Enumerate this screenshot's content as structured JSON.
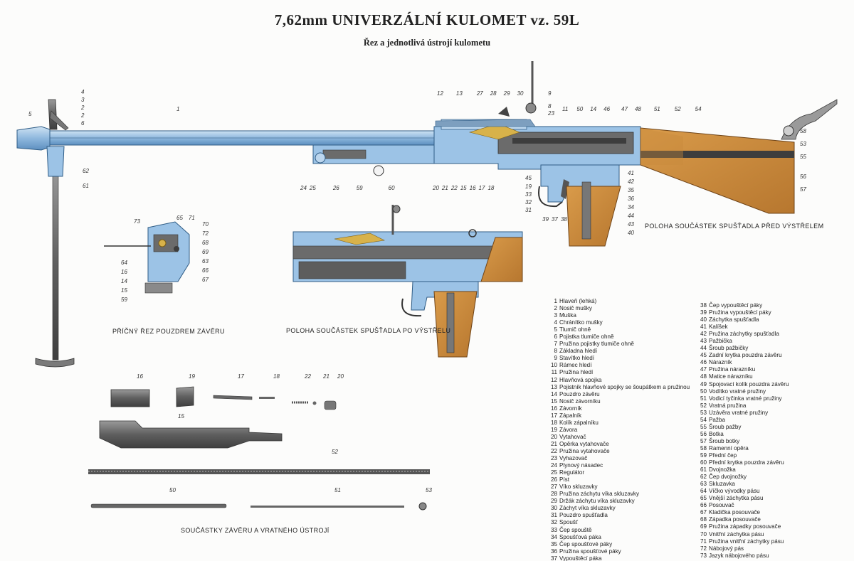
{
  "header": {
    "title": "7,62mm UNIVERZÁLNÍ KULOMET vz. 59L",
    "subtitle": "Řez a jednotlivá ústrojí kulometu"
  },
  "captions": {
    "before_fire": "POLOHA SOUČÁSTEK SPUŠŤADLA PŘED VÝSTŘELEM",
    "after_fire": "POLOHA SOUČÁSTEK SPUŠŤADLA PO VÝSTŘELU",
    "cross_section": "PŘÍČNÝ ŘEZ POUZDREM ZÁVĚRU",
    "bolt_parts": "SOUČÁSTKY ZÁVĚRU A VRATNÉHO ÚSTROJÍ"
  },
  "colors": {
    "metal_blue": "#9cc3e6",
    "dark_blue": "#3b6f9e",
    "steel_gray": "#6b6b6b",
    "wood_orange": "#c98a3c",
    "brass": "#d8b24a",
    "line": "#333333"
  },
  "legend": [
    {
      "n": "1",
      "t": "Hlaveň (lehká)"
    },
    {
      "n": "2",
      "t": "Nosič mušky"
    },
    {
      "n": "3",
      "t": "Muška"
    },
    {
      "n": "4",
      "t": "Chránítko mušky"
    },
    {
      "n": "5",
      "t": "Tlumič ohně"
    },
    {
      "n": "6",
      "t": "Pojistka tlumiče ohně"
    },
    {
      "n": "7",
      "t": "Pružina pojistky tlumiče ohně"
    },
    {
      "n": "8",
      "t": "Základna hledí"
    },
    {
      "n": "9",
      "t": "Stavítko hledí"
    },
    {
      "n": "10",
      "t": "Rámec hledí"
    },
    {
      "n": "11",
      "t": "Pružina hledí"
    },
    {
      "n": "12",
      "t": "Hlavňová spojka"
    },
    {
      "n": "13",
      "t": "Pojistník hlavňové spojky se šoupátkem a pružinou"
    },
    {
      "n": "14",
      "t": "Pouzdro závěru"
    },
    {
      "n": "15",
      "t": "Nosič závorníku"
    },
    {
      "n": "16",
      "t": "Závorník"
    },
    {
      "n": "17",
      "t": "Zápalník"
    },
    {
      "n": "18",
      "t": "Kolík zápalníku"
    },
    {
      "n": "19",
      "t": "Závora"
    },
    {
      "n": "20",
      "t": "Vytahovač"
    },
    {
      "n": "21",
      "t": "Opěrka vytahovače"
    },
    {
      "n": "22",
      "t": "Pružina vytahovače"
    },
    {
      "n": "23",
      "t": "Vyhazovač"
    },
    {
      "n": "24",
      "t": "Plynový násadec"
    },
    {
      "n": "25",
      "t": "Regulátor"
    },
    {
      "n": "26",
      "t": "Píst"
    },
    {
      "n": "27",
      "t": "Víko skluzavky"
    },
    {
      "n": "28",
      "t": "Pružina záchytu víka skluzavky"
    },
    {
      "n": "29",
      "t": "Držák záchytu víka skluzavky"
    },
    {
      "n": "30",
      "t": "Záchyt víka skluzavky"
    },
    {
      "n": "31",
      "t": "Pouzdro spušťadla"
    },
    {
      "n": "32",
      "t": "Spoušť"
    },
    {
      "n": "33",
      "t": "Čep spouště"
    },
    {
      "n": "34",
      "t": "Spoušťová páka"
    },
    {
      "n": "35",
      "t": "Čep spoušťové páky"
    },
    {
      "n": "36",
      "t": "Pružina spoušťové páky"
    },
    {
      "n": "37",
      "t": "Vypouštěcí páka"
    },
    {
      "n": "38",
      "t": "Čep vypouštěcí páky"
    },
    {
      "n": "39",
      "t": "Pružina vypouštěcí páky"
    },
    {
      "n": "40",
      "t": "Záchytka spušťadla"
    },
    {
      "n": "41",
      "t": "Kalíšek"
    },
    {
      "n": "42",
      "t": "Pružina záchytky spušťadla"
    },
    {
      "n": "43",
      "t": "Pažbička"
    },
    {
      "n": "44",
      "t": "Šroub pažbičky"
    },
    {
      "n": "45",
      "t": "Zadní krytka pouzdra závěru"
    },
    {
      "n": "46",
      "t": "Nárazník"
    },
    {
      "n": "47",
      "t": "Pružina nárazníku"
    },
    {
      "n": "48",
      "t": "Matice nárazníku"
    },
    {
      "n": "49",
      "t": "Spojovací kolík pouzdra závěru"
    },
    {
      "n": "50",
      "t": "Vodítko vratné pružiny"
    },
    {
      "n": "51",
      "t": "Vodicí tyčinka vratné pružiny"
    },
    {
      "n": "52",
      "t": "Vratná pružina"
    },
    {
      "n": "53",
      "t": "Uzávěra vratné pružiny"
    },
    {
      "n": "54",
      "t": "Pažba"
    },
    {
      "n": "55",
      "t": "Šroub pažby"
    },
    {
      "n": "56",
      "t": "Botka"
    },
    {
      "n": "57",
      "t": "Šroub botky"
    },
    {
      "n": "58",
      "t": "Ramenní opěra"
    },
    {
      "n": "59",
      "t": "Přední čep"
    },
    {
      "n": "60",
      "t": "Přední krytka pouzdra závěru"
    },
    {
      "n": "61",
      "t": "Dvojnožka"
    },
    {
      "n": "62",
      "t": "Čep dvojnožky"
    },
    {
      "n": "63",
      "t": "Skluzavka"
    },
    {
      "n": "64",
      "t": "Víčko vývodky pásu"
    },
    {
      "n": "65",
      "t": "Vnější záchytka pásu"
    },
    {
      "n": "66",
      "t": "Posouvač"
    },
    {
      "n": "67",
      "t": "Kladička posouvače"
    },
    {
      "n": "68",
      "t": "Západka posouvače"
    },
    {
      "n": "69",
      "t": "Pružina západky posouvače"
    },
    {
      "n": "70",
      "t": "Vnitřní záchytka pásu"
    },
    {
      "n": "71",
      "t": "Pružina vnitřní záchytky pásu"
    },
    {
      "n": "72",
      "t": "Nábojový pás"
    },
    {
      "n": "73",
      "t": "Jazyk nábojového pásu"
    }
  ],
  "callouts": {
    "main": [
      "4",
      "3",
      "2",
      "2",
      "6",
      "5",
      "1",
      "62",
      "61",
      "12",
      "13",
      "27",
      "28",
      "29",
      "30",
      "9",
      "8",
      "23",
      "11",
      "50",
      "14",
      "46",
      "47",
      "48",
      "51",
      "52",
      "54",
      "58",
      "53",
      "55",
      "56",
      "57",
      "24",
      "25",
      "26",
      "59",
      "60",
      "20",
      "21",
      "22",
      "15",
      "16",
      "17",
      "18",
      "45",
      "19",
      "33",
      "32",
      "31",
      "39",
      "37",
      "38",
      "44",
      "43",
      "40",
      "41",
      "42",
      "35",
      "36",
      "34"
    ],
    "cross": [
      "73",
      "65",
      "71",
      "70",
      "72",
      "68",
      "69",
      "63",
      "66",
      "67",
      "64",
      "16",
      "14",
      "15",
      "59"
    ],
    "parts": [
      "16",
      "19",
      "17",
      "18",
      "22",
      "21",
      "20",
      "15",
      "52",
      "50",
      "51",
      "53"
    ]
  }
}
